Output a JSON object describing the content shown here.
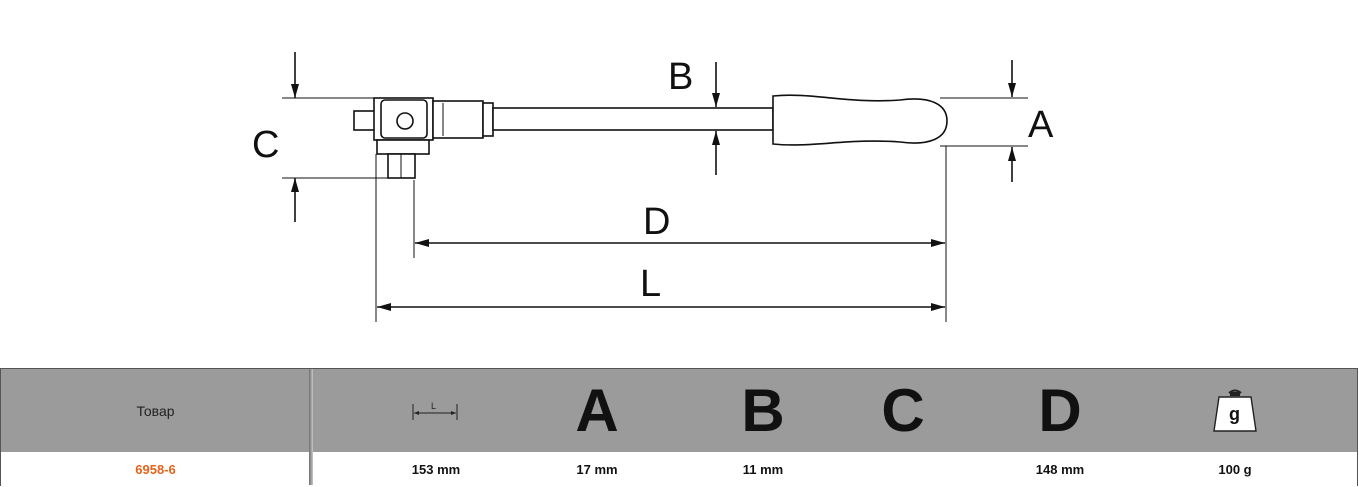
{
  "drawing": {
    "labels": {
      "a": "A",
      "b": "B",
      "c": "C",
      "d": "D",
      "l": "L"
    }
  },
  "table": {
    "header": {
      "product": "Товар",
      "length_icon_letter": "L",
      "a": "A",
      "b": "B",
      "c": "C",
      "d": "D",
      "weight_icon_letter": "g"
    },
    "row": {
      "product_code": "6958-6",
      "length": "153 mm",
      "a": "17 mm",
      "b": "11 mm",
      "c": "",
      "d": "148 mm",
      "weight": "100 g"
    },
    "colors": {
      "accent": "#e2641c",
      "header_bg": "#9b9b9b"
    }
  }
}
